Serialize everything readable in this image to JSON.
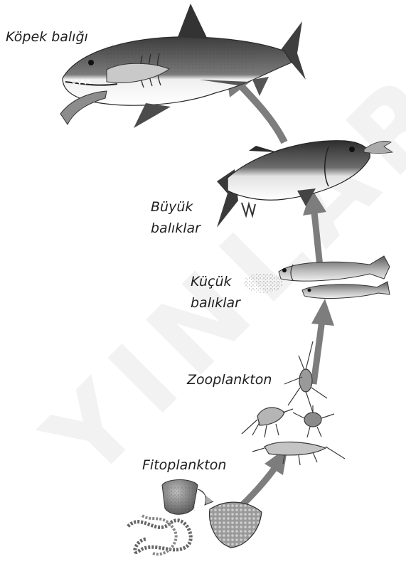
{
  "labels": {
    "shark": "Köpek balığı",
    "big_fish_1": "Büyük",
    "big_fish_2": "balıklar",
    "small_fish_1": "Küçük",
    "small_fish_2": "balıklar",
    "zooplankton": "Zooplankton",
    "phytoplankton": "Fitoplankton"
  },
  "watermark": "YINLAR",
  "colors": {
    "arrow": "#7d7d7d",
    "fish_dark": "#4a4a4a",
    "fish_mid": "#8a8a8a",
    "fish_light": "#e6e6e6",
    "text": "#1e1e1e"
  },
  "icons": [
    "shark-icon",
    "tuna-icon",
    "small-fish-icon",
    "zooplankton-icon",
    "phytoplankton-icon",
    "arrow-icon"
  ]
}
